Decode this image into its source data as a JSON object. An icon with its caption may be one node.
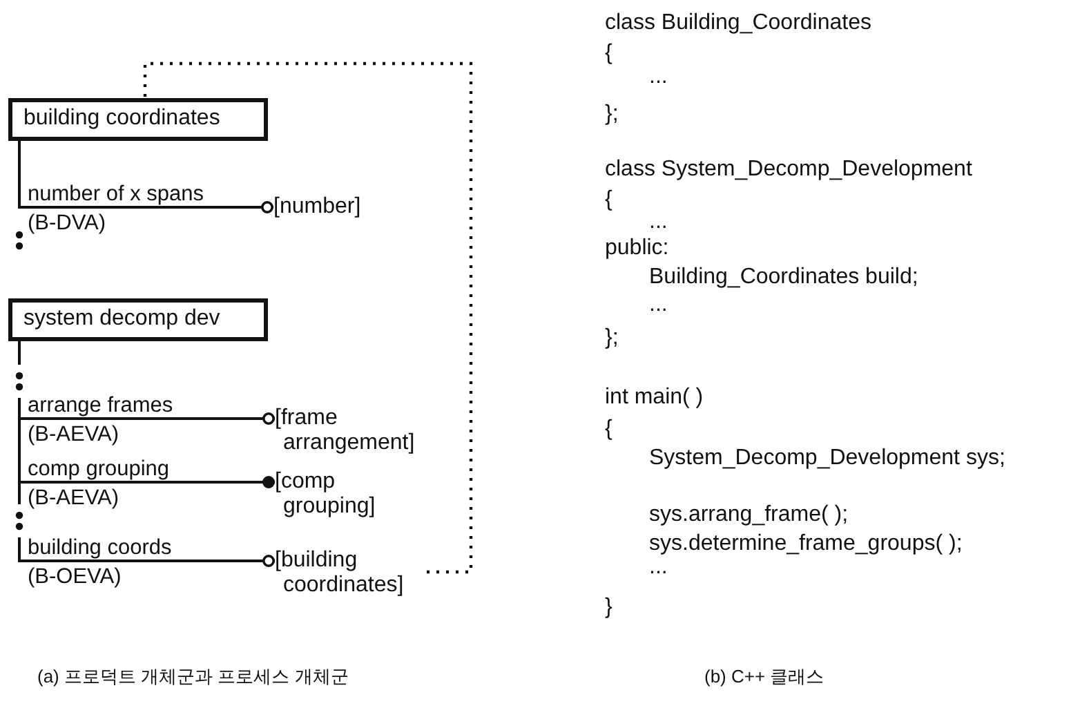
{
  "diagram": {
    "nodes": [
      {
        "text": [
          "building coordinates"
        ]
      },
      {
        "text": [
          "[number]"
        ]
      },
      {
        "text": [
          "system decomp dev"
        ]
      },
      {
        "text": [
          "[frame arrangement]"
        ]
      },
      {
        "text": [
          "[comp grouping]"
        ]
      },
      {
        "text": [
          "[building coordinates]"
        ]
      }
    ],
    "edges": [
      {
        "from": 0,
        "to": 1,
        "arrow": "other",
        "label": "number of x spans (B-DVA)"
      },
      {
        "from": 2,
        "to": 3,
        "arrow": "other",
        "label": "arrange frames (B-AEVA)"
      },
      {
        "from": 2,
        "to": 4,
        "arrow": "other",
        "label": "comp grouping (B-AEVA)"
      },
      {
        "from": 2,
        "to": 5,
        "arrow": "other",
        "label": "building coords (B-OEVA)"
      },
      {
        "from": 5,
        "to": 0,
        "arrow": "none",
        "style": "dashed"
      }
    ],
    "labels": [
      "class Building_Coordinates",
      "{",
      "...",
      "};",
      "class System_Decomp_Development",
      "{",
      "...",
      "public:",
      "Building_Coordinates build;",
      "...",
      "};",
      "int main( )",
      "{",
      "System_Decomp_Development sys;",
      "sys.arrang_frame( );",
      "sys.determine_frame_groups( );",
      "...",
      "}",
      "(a) 프로덕트 개체군과 프로세스 개체군",
      "(b) C++ 클래스"
    ]
  }
}
